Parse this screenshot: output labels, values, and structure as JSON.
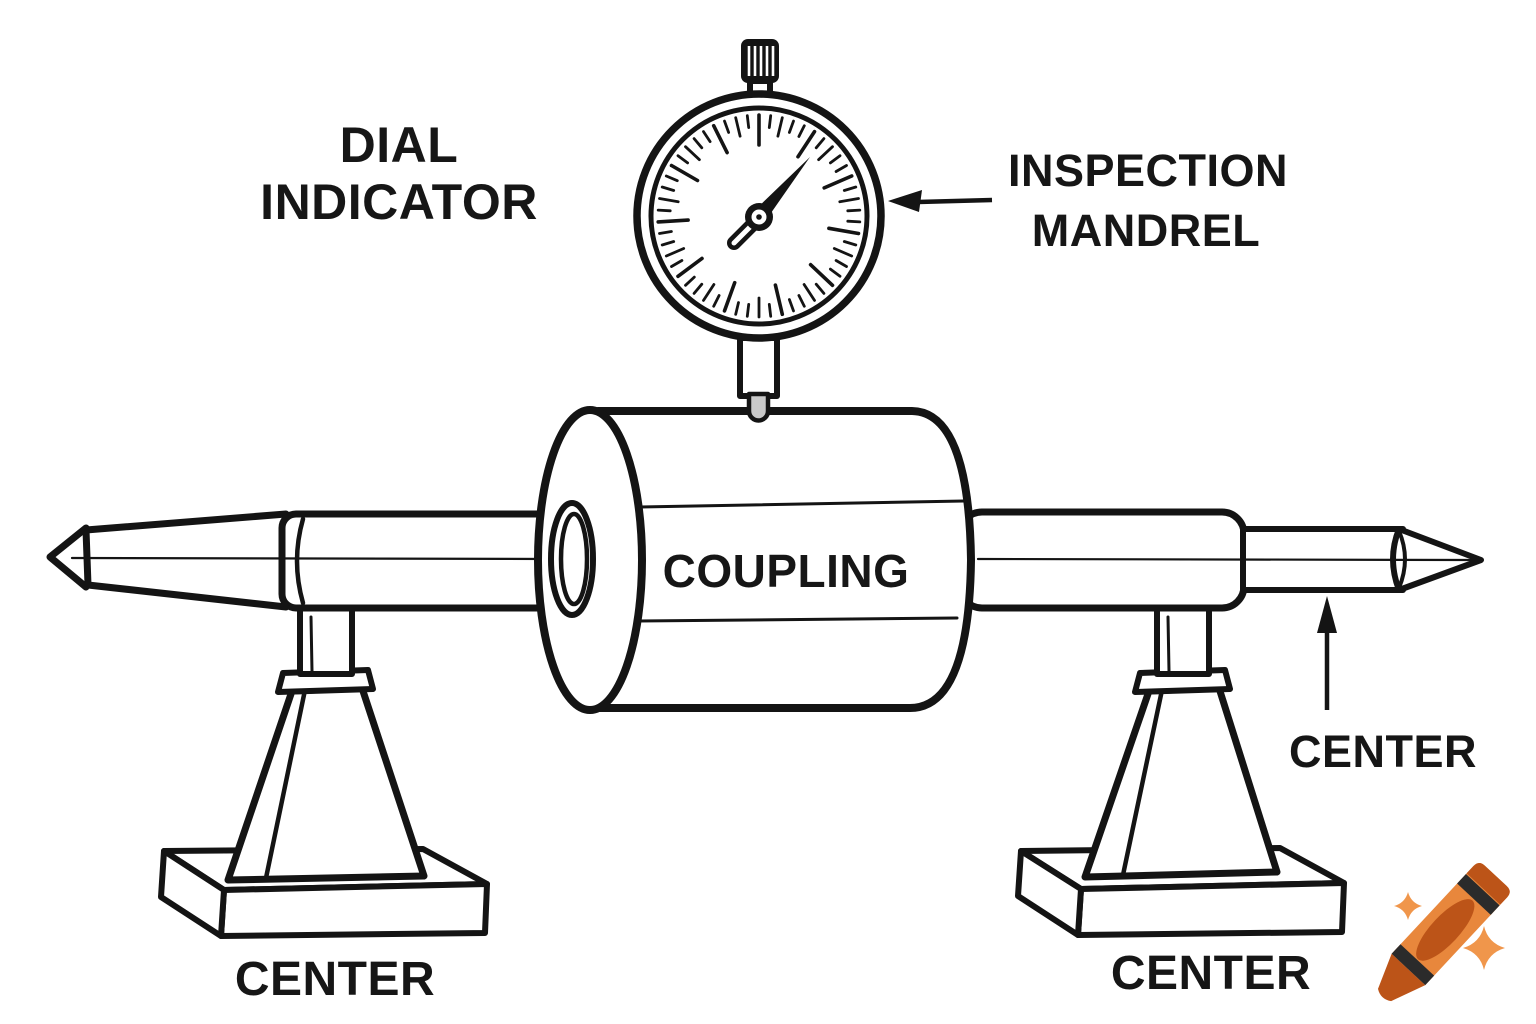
{
  "diagram": {
    "dial_indicator": {
      "label_line1": "DIAL",
      "label_line2": "INDICATOR"
    },
    "inspection_mandrel": {
      "label_line1": "INSPECTION",
      "label_line2": "MANDREL",
      "arrow_direction": "left"
    },
    "coupling": {
      "label": "COUPLING"
    },
    "left_support": {
      "label": "CENTER"
    },
    "right_support": {
      "label": "CENTER"
    },
    "tail_center": {
      "label": "CENTER",
      "arrow_direction": "up"
    }
  },
  "colors": {
    "ink": "#141414",
    "background": "#ffffff",
    "plunger_gray": "#c9c9c9",
    "crayon_body": "#e8873c",
    "crayon_dark": "#bc5418",
    "crayon_stripe": "#2b2b2b",
    "crayon_sparkle": "#f0964b"
  },
  "watermark": {
    "icon": "crayon-icon",
    "sparkle_count": 2
  }
}
